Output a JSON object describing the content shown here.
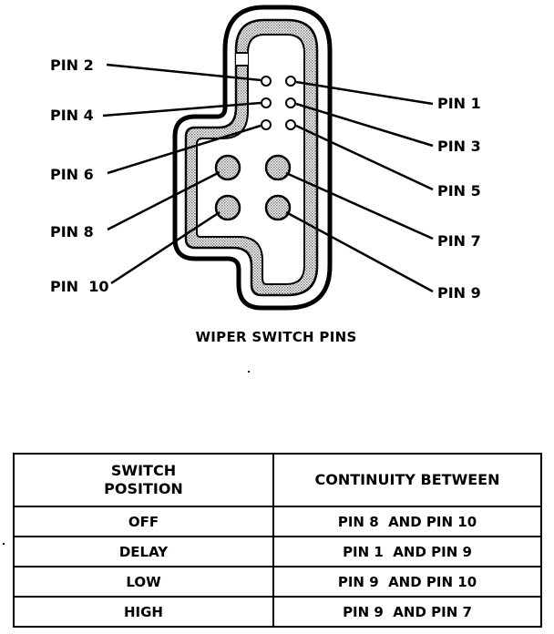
{
  "diagram": {
    "caption": "WIPER SWITCH PINS",
    "pins": {
      "p1": "PIN 1",
      "p2": "PIN 2",
      "p3": "PIN 3",
      "p4": "PIN 4",
      "p5": "PIN 5",
      "p6": "PIN 6",
      "p7": "PIN 7",
      "p8": "PIN 8",
      "p9": "PIN 9",
      "p10": "PIN  10"
    }
  },
  "table": {
    "headers": {
      "position_line1": "SWITCH",
      "position_line2": "POSITION",
      "continuity": "CONTINUITY BETWEEN"
    },
    "rows": [
      {
        "position": "OFF",
        "continuity": "PIN 8  AND PIN 10"
      },
      {
        "position": "DELAY",
        "continuity": "PIN 1  AND PIN 9"
      },
      {
        "position": "LOW",
        "continuity": "PIN 9  AND PIN 10"
      },
      {
        "position": "HIGH",
        "continuity": "PIN 9  AND PIN 7"
      }
    ]
  },
  "colors": {
    "ink": "#000000",
    "shading": "#9a9a9a",
    "background": "#ffffff"
  }
}
